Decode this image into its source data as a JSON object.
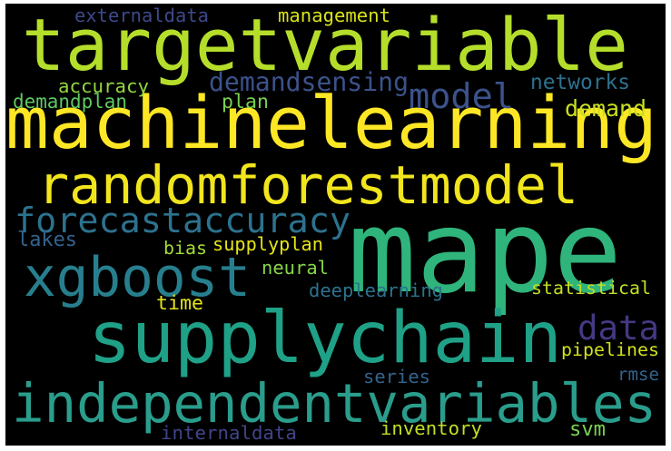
{
  "wordcloud": {
    "background": "#000000",
    "words": [
      {
        "key": "mape",
        "text": "mape",
        "color": "#2fb47c"
      },
      {
        "key": "machinelearning",
        "text": "machinelearning",
        "color": "#fde725"
      },
      {
        "key": "targetvariable",
        "text": "targetvariable",
        "color": "#b5de2b"
      },
      {
        "key": "supplychain",
        "text": "supplychain",
        "color": "#1fa187"
      },
      {
        "key": "independentvariables",
        "text": "independentvariables",
        "color": "#2a9d8c"
      },
      {
        "key": "randomforestmodel",
        "text": "randomforestmodel",
        "color": "#f1e51d"
      },
      {
        "key": "xgboost",
        "text": "xgboost",
        "color": "#277f8e"
      },
      {
        "key": "forecastaccuracy",
        "text": "forecastaccuracy",
        "color": "#2c728e"
      },
      {
        "key": "data",
        "text": "data",
        "color": "#443983"
      },
      {
        "key": "model",
        "text": "model",
        "color": "#3b528b"
      },
      {
        "key": "demandsensing",
        "text": "demandsensing",
        "color": "#3b528b"
      },
      {
        "key": "pipelines",
        "text": "pipelines",
        "color": "#d0e11c"
      },
      {
        "key": "statistical",
        "text": "statistical",
        "color": "#c2df23"
      },
      {
        "key": "deeplearning",
        "text": "deeplearning",
        "color": "#2c728e"
      },
      {
        "key": "inventory",
        "text": "inventory",
        "color": "#c2df23"
      },
      {
        "key": "internaldata",
        "text": "internaldata",
        "color": "#414487"
      },
      {
        "key": "management",
        "text": "management",
        "color": "#d8e219"
      },
      {
        "key": "externaldata",
        "text": "externaldata",
        "color": "#3e4989"
      },
      {
        "key": "accuracy",
        "text": "accuracy",
        "color": "#93d741"
      },
      {
        "key": "demandplan",
        "text": "demandplan",
        "color": "#5ec962"
      },
      {
        "key": "plan",
        "text": "plan",
        "color": "#7ad151"
      },
      {
        "key": "networks",
        "text": "networks",
        "color": "#2c728e"
      },
      {
        "key": "demand",
        "text": "demand",
        "color": "#c8e020"
      },
      {
        "key": "supplyplan",
        "text": "supplyplan",
        "color": "#e5e419"
      },
      {
        "key": "bias",
        "text": "bias",
        "color": "#a5db36"
      },
      {
        "key": "lakes",
        "text": "lakes",
        "color": "#33638d"
      },
      {
        "key": "neural",
        "text": "neural",
        "color": "#86d549"
      },
      {
        "key": "time",
        "text": "time",
        "color": "#e5e419"
      },
      {
        "key": "series",
        "text": "series",
        "color": "#33638d"
      },
      {
        "key": "rmse",
        "text": "rmse",
        "color": "#33638d"
      },
      {
        "key": "svm",
        "text": "svm",
        "color": "#7ad151"
      }
    ]
  }
}
